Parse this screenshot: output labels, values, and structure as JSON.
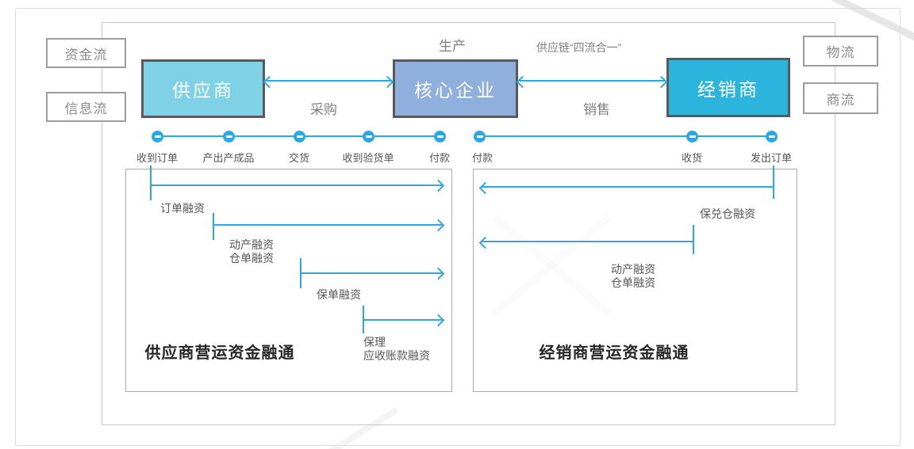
{
  "colors": {
    "accent": "#2ea7e0",
    "supplier_fill": "#7fd2e6",
    "core_fill": "#8fafdd",
    "distributor_fill": "#2bb5dc",
    "entity_border": "#58595b"
  },
  "flow_tags": {
    "capital": "资金流",
    "information": "信息流",
    "logistics": "物流",
    "commerce": "商流"
  },
  "entities": {
    "supplier": "供应商",
    "core": "核心企业",
    "distributor": "经销商"
  },
  "relations": {
    "production": "生产",
    "slogan": "供应链“四流合一”",
    "procurement": "采购",
    "sales": "销售"
  },
  "timeline": {
    "supplier_nodes": [
      "收到订单",
      "产出产成品",
      "交货",
      "收到验货单",
      "付款"
    ],
    "distributor_nodes": [
      "付款",
      "收货",
      "发出订单"
    ]
  },
  "supplier_panel": {
    "title": "供应商营运资金融通",
    "financings": [
      {
        "l1": "订单融资",
        "l2": ""
      },
      {
        "l1": "动产融资",
        "l2": "仓单融资"
      },
      {
        "l1": "保单融资",
        "l2": ""
      },
      {
        "l1": "保理",
        "l2": "应收账款融资"
      }
    ]
  },
  "distributor_panel": {
    "title": "经销商营运资金融通",
    "financings": [
      {
        "l1": "保兑仓融资",
        "l2": ""
      },
      {
        "l1": "动产融资",
        "l2": "仓单融资"
      }
    ]
  }
}
